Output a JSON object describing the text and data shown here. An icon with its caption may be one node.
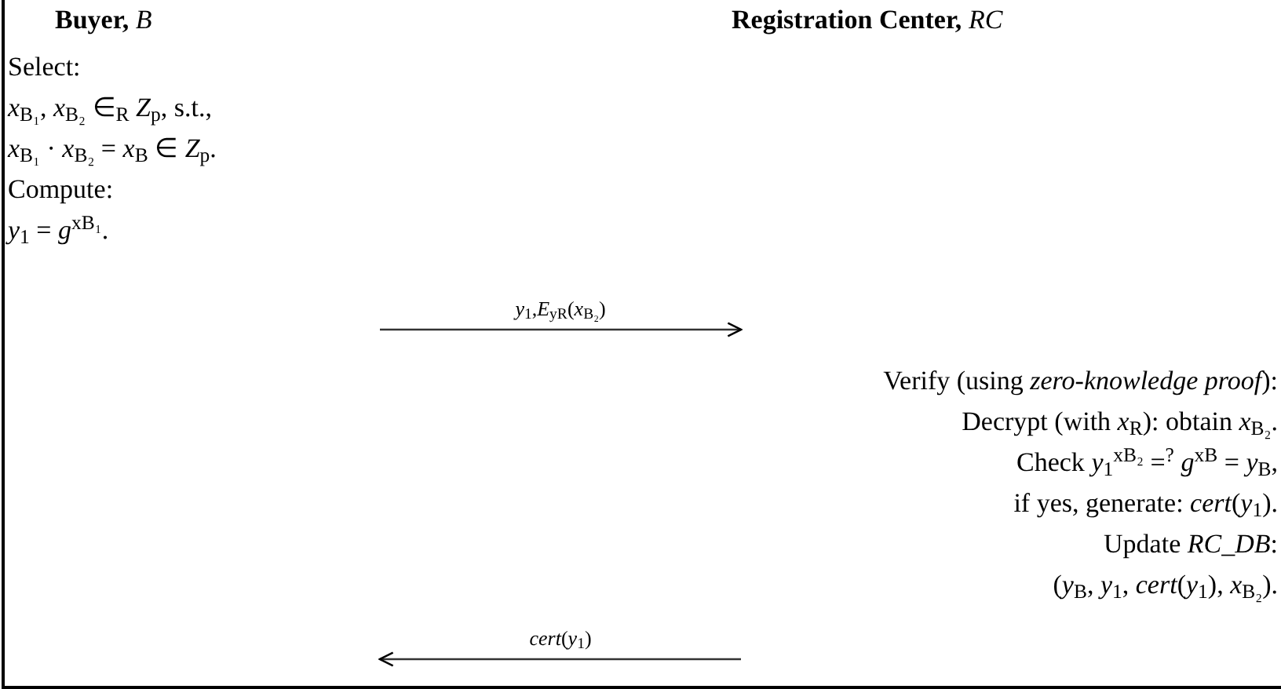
{
  "diagram": {
    "nodes": [
      {
        "text": [
          "**Buyer,** *B*",
          "Select:",
          "*x*$_{B₁}$, *x*$_{B₂}$ ∈$_{R}$ *Z*$_{p}$, s.t.,",
          "*x*$_{B₁}$ · *x*$_{B₂}$ = *x*$_{B}$ ∈ *Z*$_{p}$.",
          "Compute:",
          "*y*$_{1}$ = *g*$^{xB₁}$."
        ]
      },
      {
        "text": [
          "**Registration Center,** *RC*",
          "Verify (using *zero-knowledge proof*):",
          "Decrypt (with *x*$_{R}$): obtain *x*$_{B₂}$.",
          "Check *y*$_{1}$$^{xB₂}$ =$^{?}$ *g*$^{xB}$ = *y*$_{B}$,",
          "if yes, generate: *cert*(*y*$_{1}$).",
          "Update *RC_DB*:",
          "(*y*$_{B}$, *y*$_{1}$, *cert*(*y*$_{1}$), *x*$_{B₂}$)."
        ]
      }
    ],
    "edges": [
      {
        "from": null,
        "to": 1,
        "arrow": "to",
        "label": "*y*$_{1}$,*E*$_{yR}$(*x*$_{B₂}$)"
      },
      {
        "from": 1,
        "to": null,
        "arrow": "to",
        "label": "*cert*(*y*$_{1}$)"
      }
    ]
  }
}
